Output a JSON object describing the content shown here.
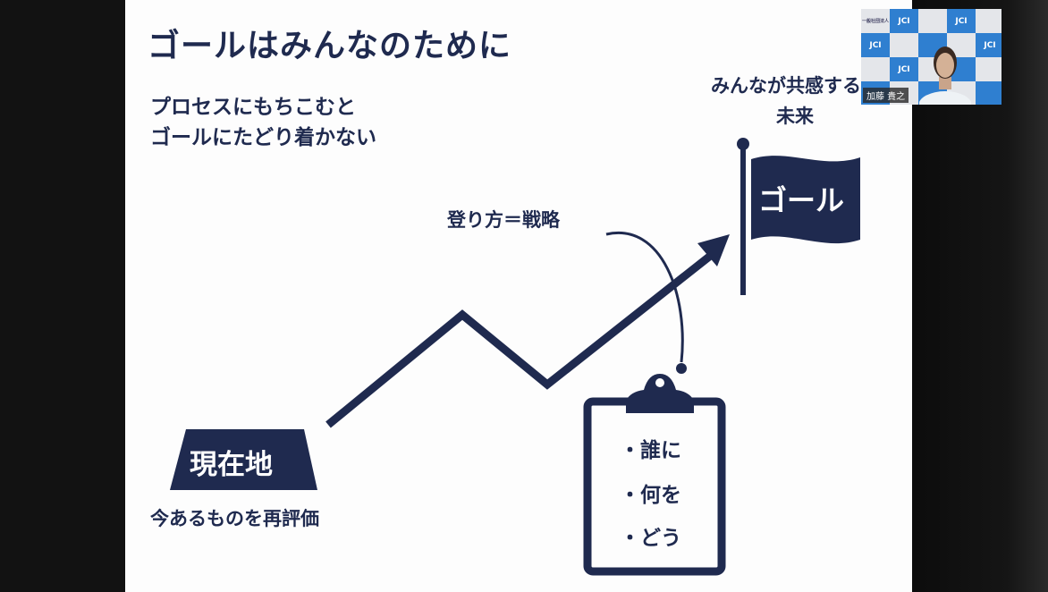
{
  "slide": {
    "title": "ゴールはみんなのために",
    "subtitle_line1": "プロセスにもちこむと",
    "subtitle_line2": "ゴールにたどり着かない",
    "vision_line1": "みんなが共感する",
    "vision_line2": "未来",
    "goal_flag": "ゴール",
    "strategy_label": "登り方＝戦略",
    "current_position": "現在地",
    "reevaluate": "今あるものを再評価",
    "checklist": [
      "・誰に",
      "・何を",
      "・どう"
    ]
  },
  "video": {
    "participant_name": "加藤 貴之",
    "backdrop_logo": "JCI",
    "backdrop_text": "一般社団法人"
  },
  "colors": {
    "navy": "#1f2a4f",
    "slide_bg": "#fdfdfd",
    "backdrop_blue": "#2f7fd0"
  }
}
